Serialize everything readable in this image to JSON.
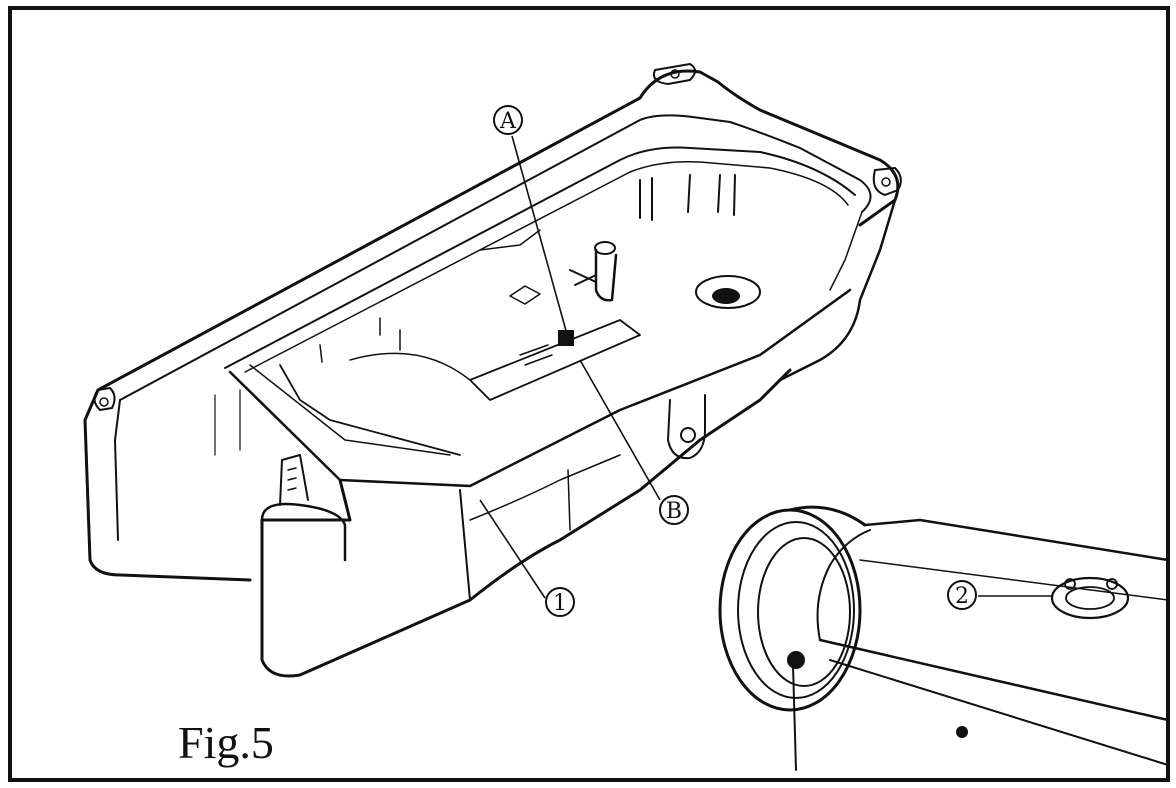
{
  "figure": {
    "caption": "Fig.5",
    "callouts": {
      "a": "A",
      "b": "B",
      "one": "1",
      "two": "2"
    }
  }
}
